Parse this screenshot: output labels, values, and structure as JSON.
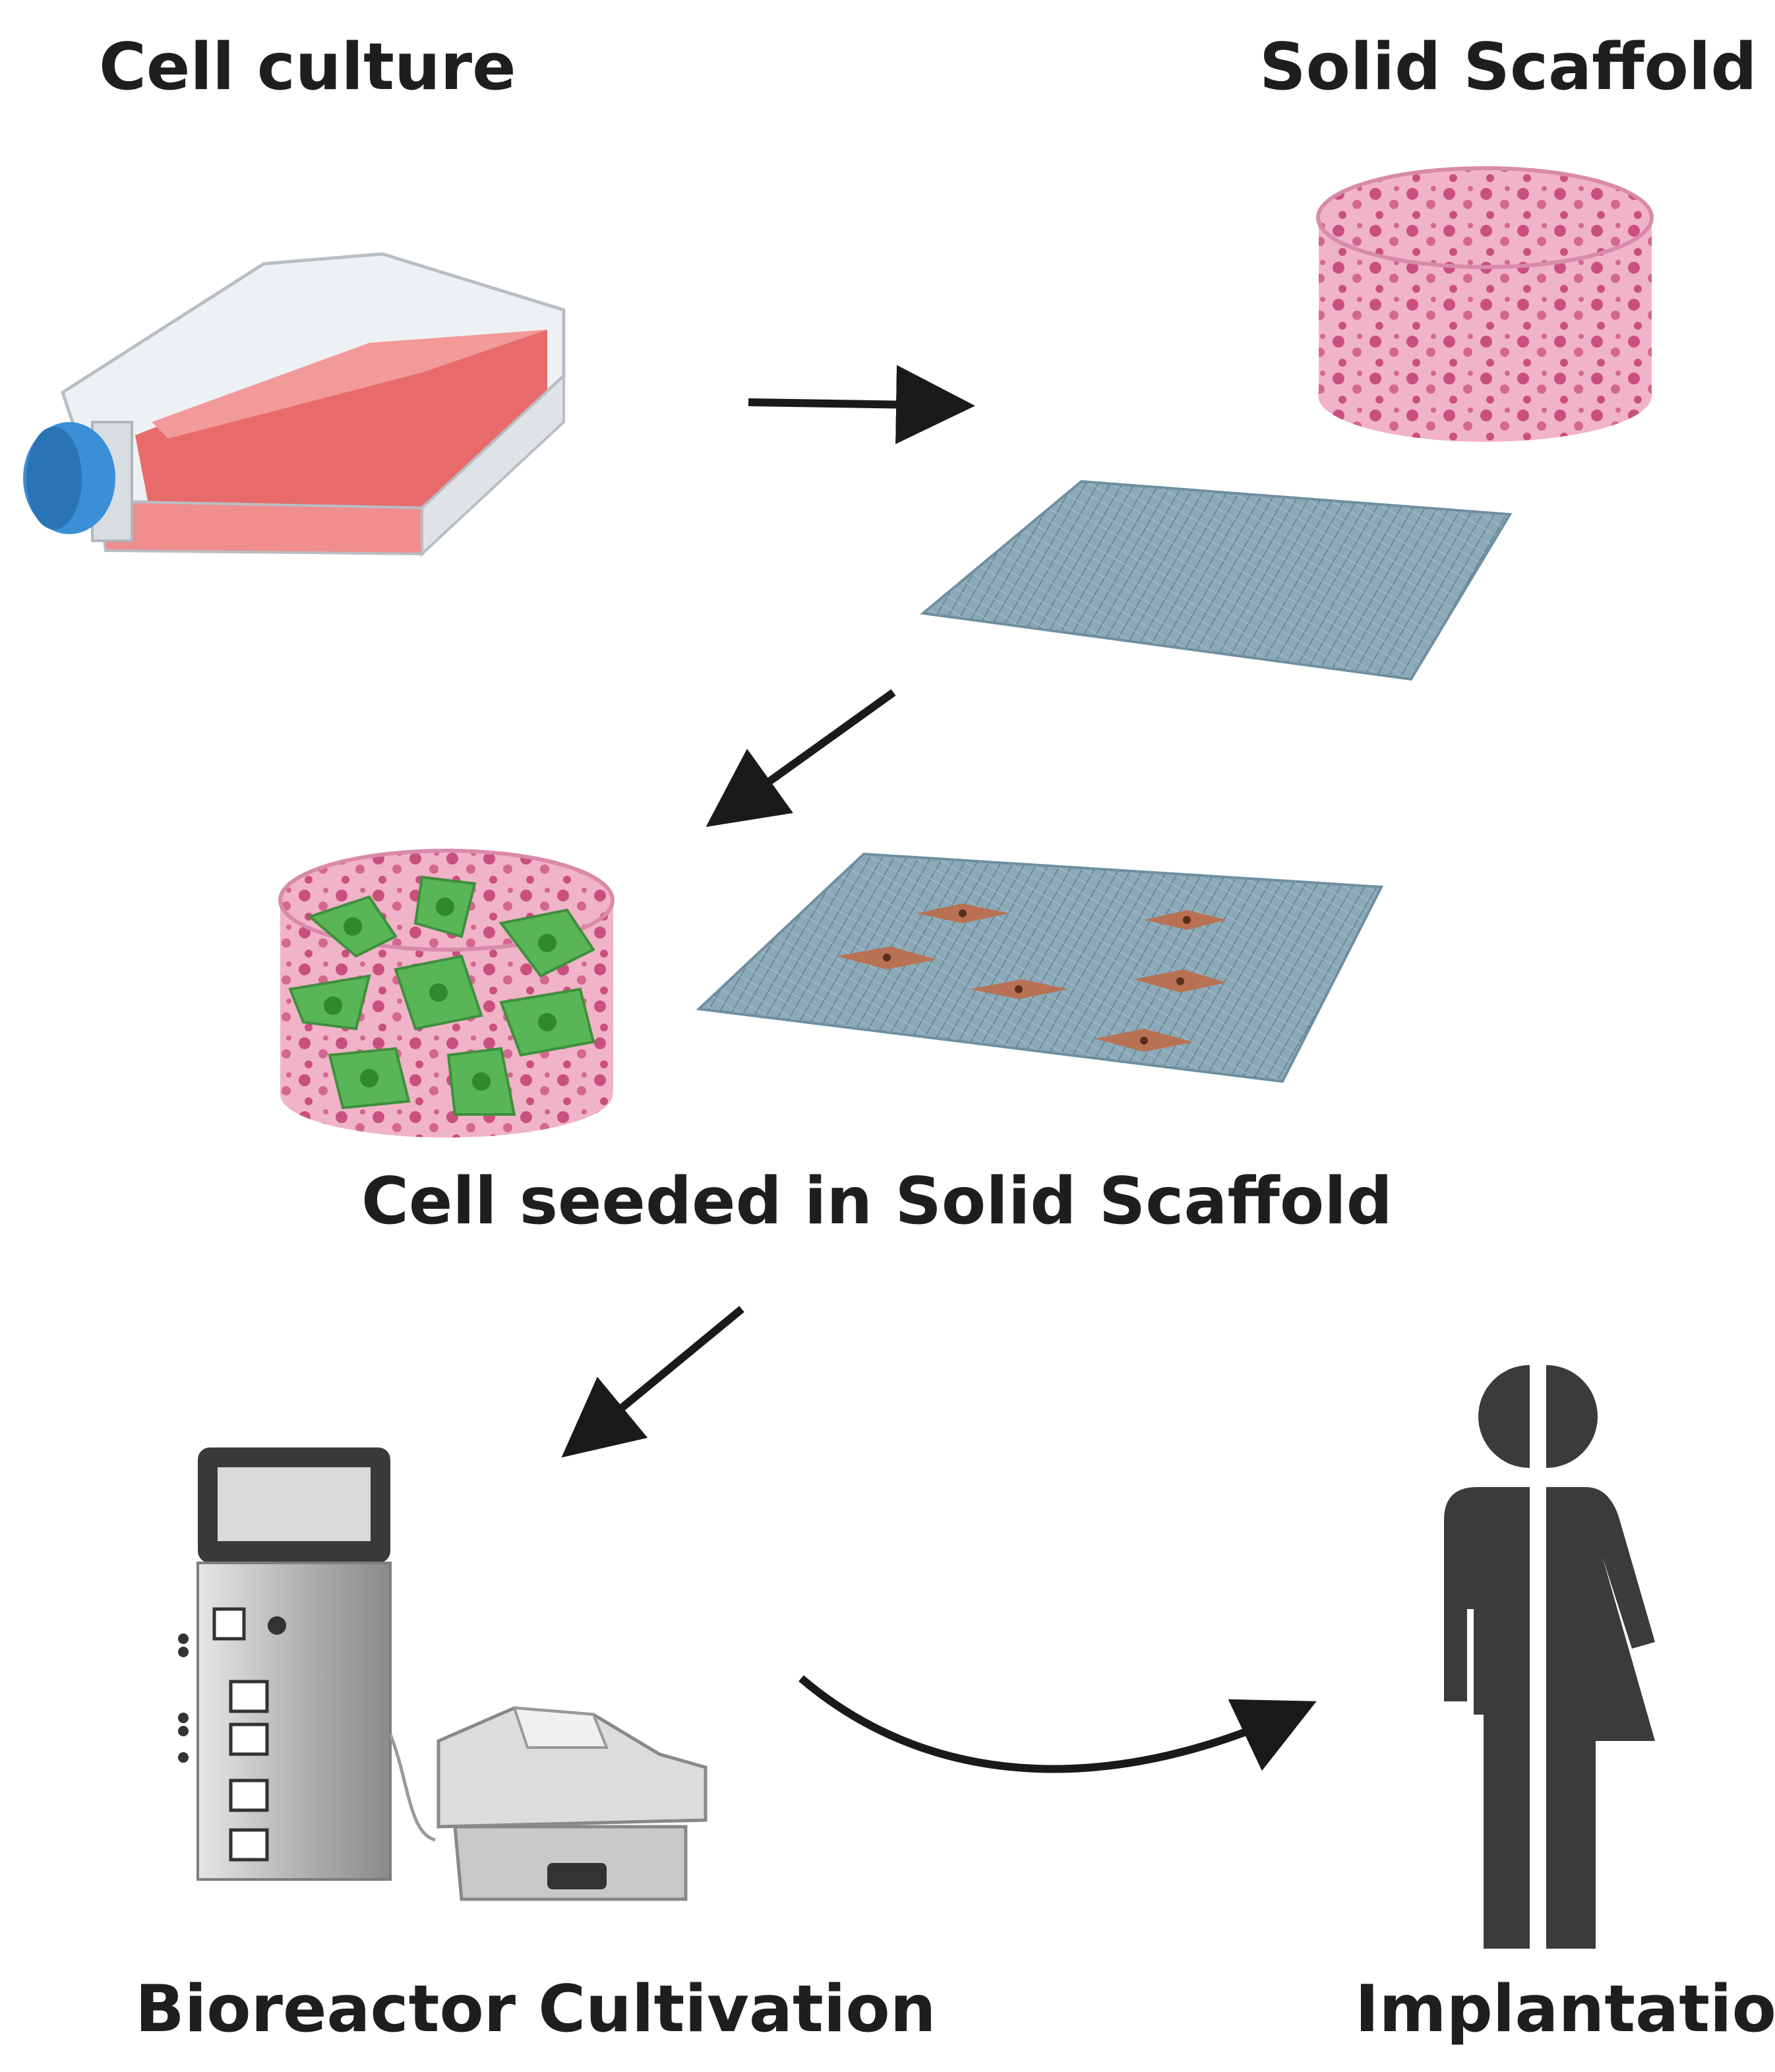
{
  "labels": {
    "cell_culture": "Cell culture",
    "solid_scaffold": "Solid Scaffold",
    "cell_seeded": "Cell seeded in Solid Scaffold",
    "bioreactor": "Bioreactor Cultivation",
    "implantation": "Implantation"
  },
  "colors": {
    "flask_media": "#e86b6b",
    "flask_cap": "#3a8fd6",
    "scaffold_pink": "#f1b3c8",
    "scaffold_pore": "#c9507e",
    "mesh_blue": "#7e9eaf",
    "cell_green": "#58b656",
    "cell_brown": "#b87152",
    "machine_gray": "#b9b9b9",
    "person": "#3b3b3b",
    "arrow": "#1a1a1a"
  },
  "icons": [
    "culture-flask-icon",
    "scaffold-cylinder-icon",
    "mesh-sheet-icon",
    "seeded-scaffold-icon",
    "seeded-mesh-icon",
    "bioreactor-icon",
    "person-icon"
  ]
}
